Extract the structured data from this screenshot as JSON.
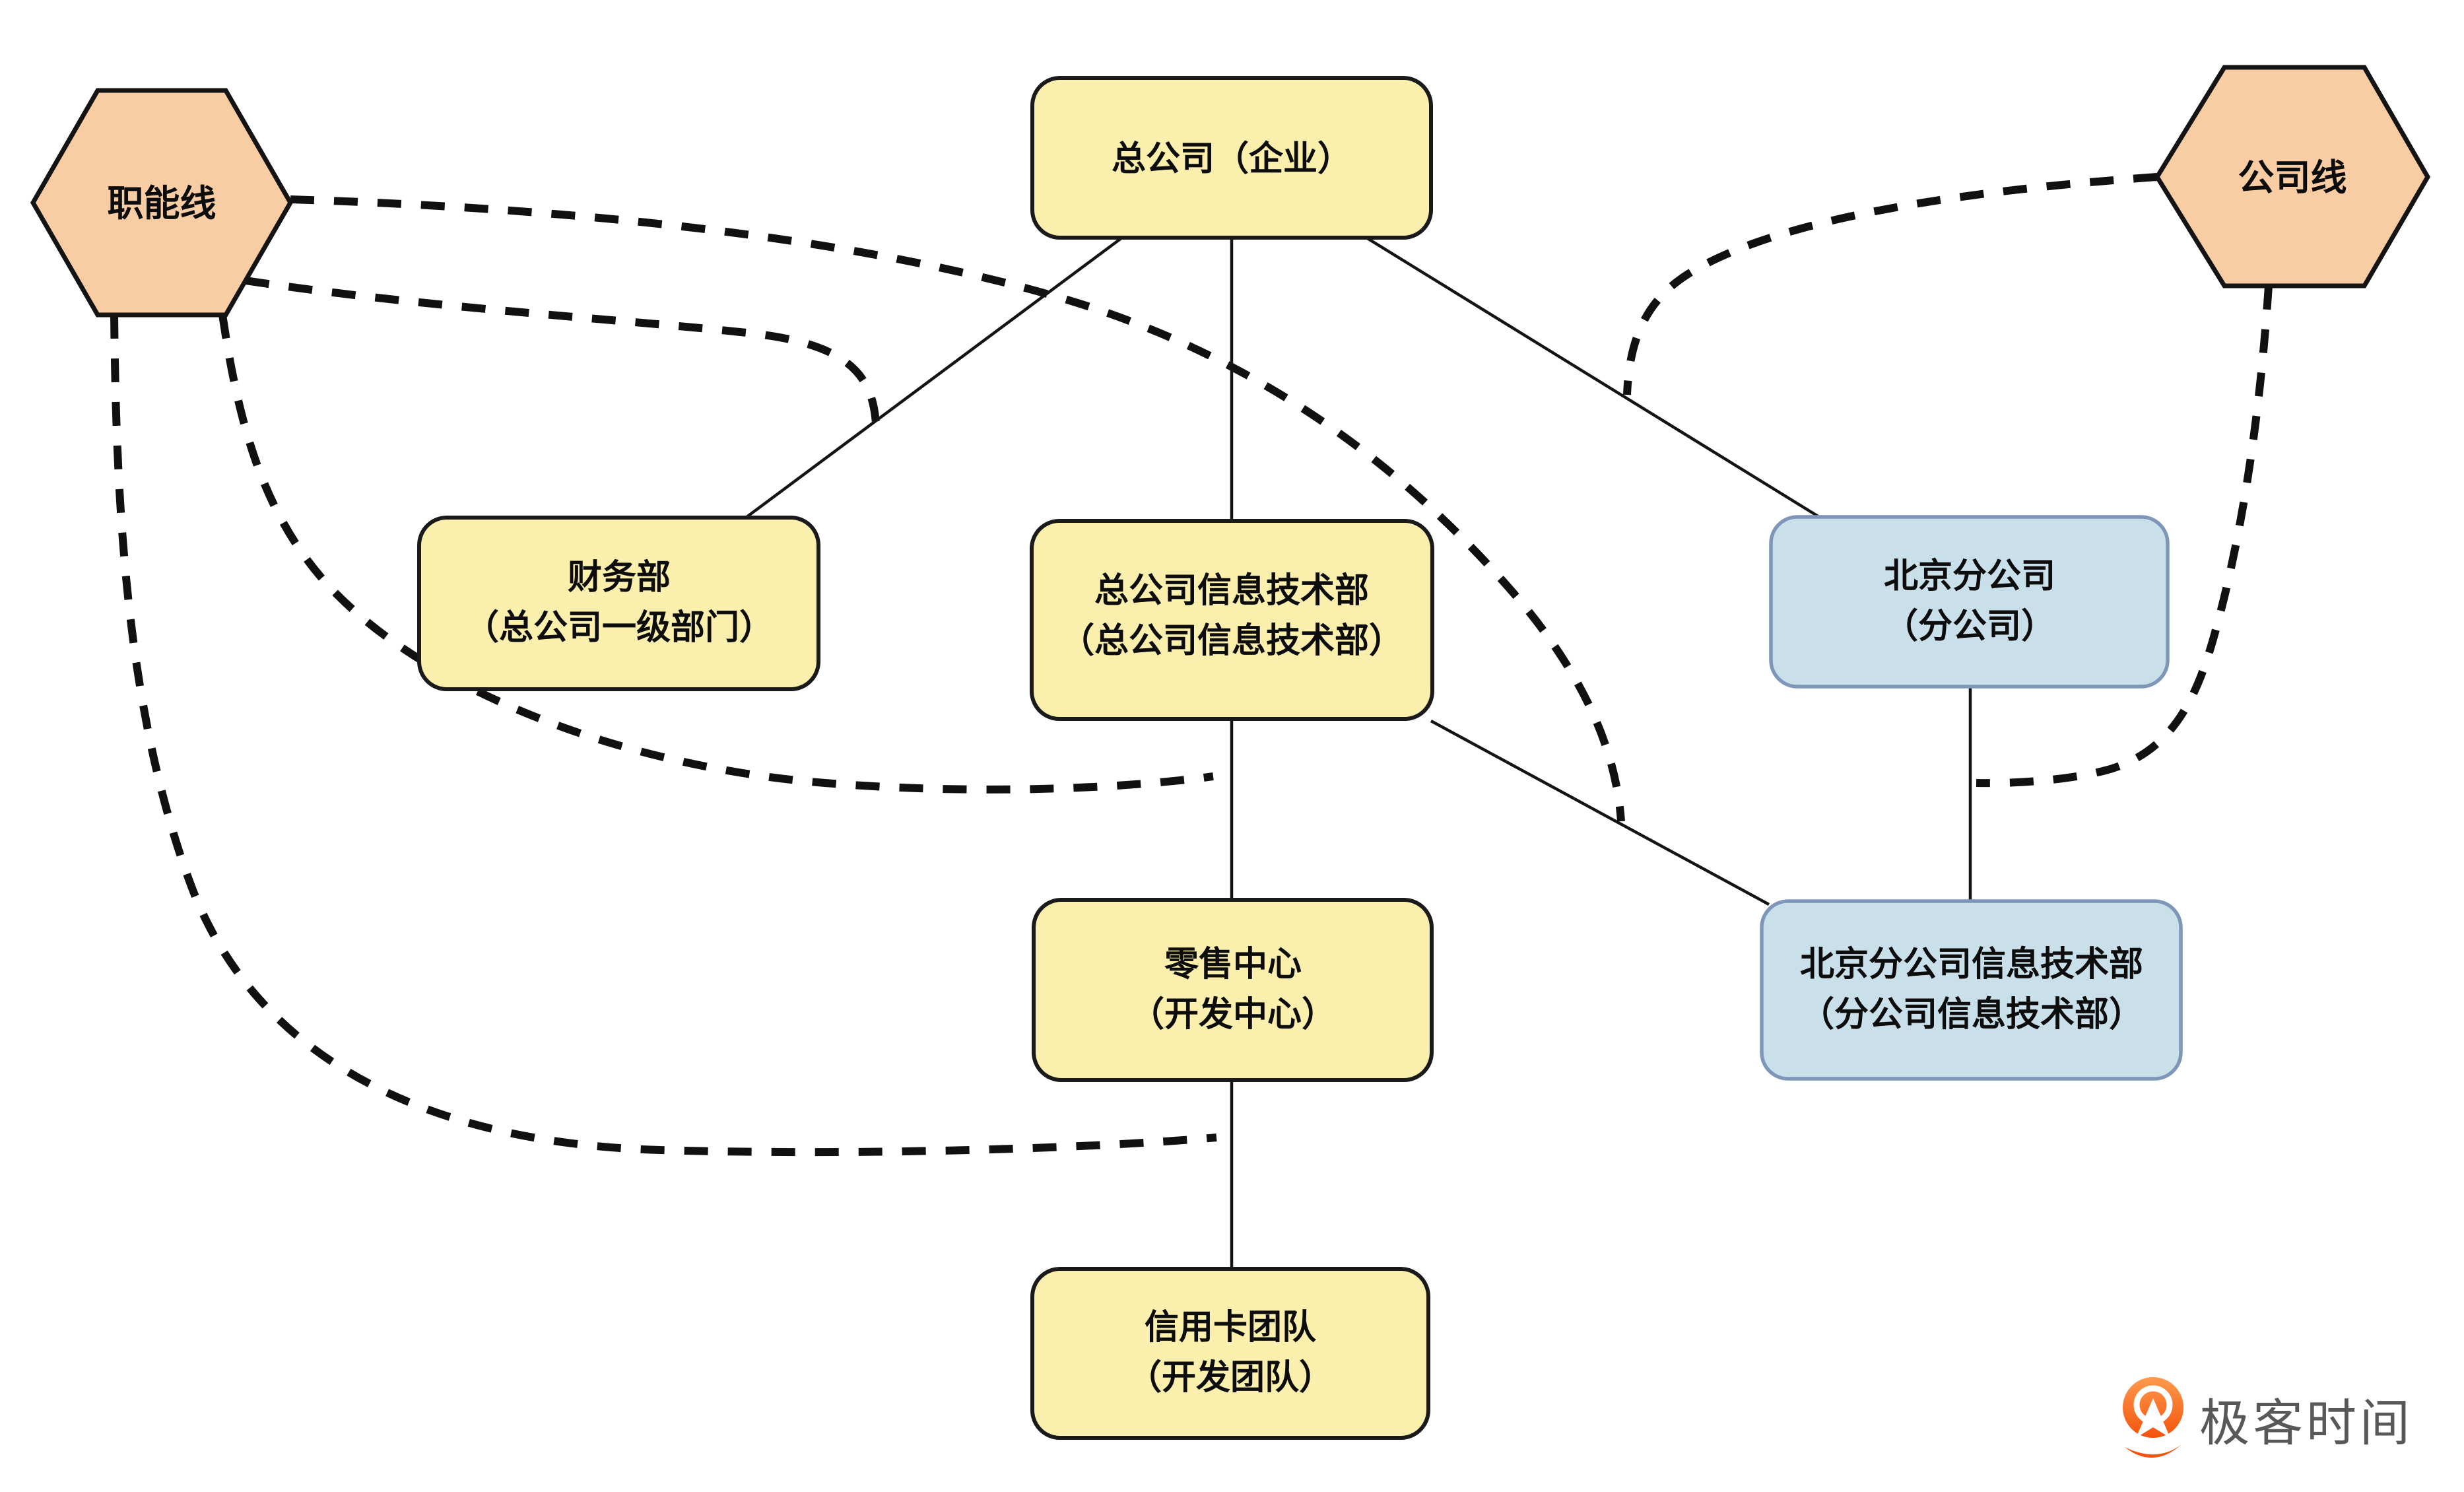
{
  "diagram": {
    "background": "#ffffff",
    "legend": {
      "functional": {
        "label": "职能线",
        "shape": "hexagon"
      },
      "company": {
        "label": "公司线",
        "shape": "hexagon"
      }
    },
    "nodes": [
      {
        "id": "hq",
        "line1": "总公司（企业）",
        "line2": "",
        "style": "yellow"
      },
      {
        "id": "finance",
        "line1": "财务部",
        "line2": "（总公司一级部门）",
        "style": "yellow"
      },
      {
        "id": "hq-it",
        "line1": "总公司信息技术部",
        "line2": "（总公司信息技术部）",
        "style": "yellow"
      },
      {
        "id": "bj-branch",
        "line1": "北京分公司",
        "line2": "（分公司）",
        "style": "blue"
      },
      {
        "id": "retail",
        "line1": "零售中心",
        "line2": "（开发中心）",
        "style": "yellow"
      },
      {
        "id": "bj-it",
        "line1": "北京分公司信息技术部",
        "line2": "（分公司信息技术部）",
        "style": "blue"
      },
      {
        "id": "credit-card",
        "line1": "信用卡团队",
        "line2": "（开发团队）",
        "style": "yellow"
      }
    ],
    "edges": [
      {
        "from": "hq",
        "to": "finance",
        "kind": "solid"
      },
      {
        "from": "hq",
        "to": "hq-it",
        "kind": "solid"
      },
      {
        "from": "hq",
        "to": "bj-branch",
        "kind": "solid"
      },
      {
        "from": "hq-it",
        "to": "retail",
        "kind": "solid"
      },
      {
        "from": "hq-it",
        "to": "bj-it",
        "kind": "solid"
      },
      {
        "from": "bj-branch",
        "to": "bj-it",
        "kind": "solid"
      },
      {
        "from": "retail",
        "to": "credit-card",
        "kind": "solid"
      }
    ],
    "leaders": [
      {
        "from": "functional",
        "points_to_edge": "hq-finance",
        "kind": "dashed"
      },
      {
        "from": "functional",
        "points_to_edge": "hq-it-retail",
        "kind": "dashed"
      },
      {
        "from": "functional",
        "points_to_edge": "hq-it-bj-it",
        "kind": "dashed"
      },
      {
        "from": "functional",
        "points_to_edge": "retail-credit-card",
        "kind": "dashed"
      },
      {
        "from": "company",
        "points_to_edge": "hq-bj-branch",
        "kind": "dashed"
      },
      {
        "from": "company",
        "points_to_edge": "bj-branch-bj-it",
        "kind": "dashed"
      }
    ],
    "colors": {
      "hexagon_fill": "#F9CDA3",
      "yellow_box_fill": "#FBEFAD",
      "blue_box_fill": "#C9DFE9",
      "blue_box_border": "#7E97B8",
      "line_color": "#141414",
      "text_color": "#0D0D0D",
      "logo_orange": "#F4520B",
      "logo_orange_light": "#FF9A4D",
      "logo_text_color": "#595757"
    },
    "logo": {
      "text": "极客时间",
      "icon": "geektime-pin"
    }
  }
}
